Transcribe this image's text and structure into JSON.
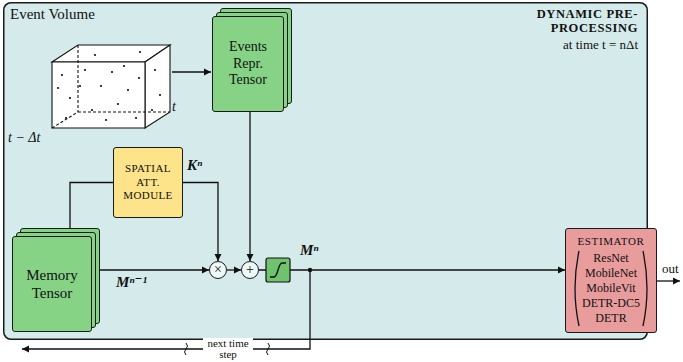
{
  "diagram": {
    "nodes": [
      {
        "text": [
          "DYNAMIC PRE-PROCESSING",
          "at time t = nΔt"
        ]
      },
      {
        "text": [
          "Events Repr. Tensor"
        ],
        "in": 0
      },
      {
        "text": [
          "SPATIAL ATT. MODULE"
        ],
        "in": 0
      },
      {
        "text": [
          "Memory Tensor"
        ],
        "in": 0
      },
      {
        "text": [
          "×"
        ],
        "in": 0
      },
      {
        "text": [
          "+"
        ],
        "in": 0
      },
      {
        "text": [
          "ESTIMATOR",
          "ResNet",
          "MobileNet",
          "MobileVit",
          "DETR-DC5",
          "DETR"
        ]
      }
    ],
    "edges": [
      {
        "from": 3,
        "to": 2,
        "arrow": "none"
      },
      {
        "from": 3,
        "to": 4,
        "arrow": "to",
        "label": "Mⁿ⁻¹"
      },
      {
        "from": 2,
        "to": 4,
        "arrow": "to",
        "label": "Kⁿ"
      },
      {
        "from": 1,
        "to": 5,
        "arrow": "to"
      },
      {
        "from": 4,
        "to": 5,
        "arrow": "to"
      },
      {
        "from": 5,
        "to": 6,
        "arrow": "to",
        "label": "Mⁿ"
      }
    ],
    "labels": [
      "Event Volume",
      "t − Δt",
      "t",
      "out",
      "next time step"
    ]
  }
}
